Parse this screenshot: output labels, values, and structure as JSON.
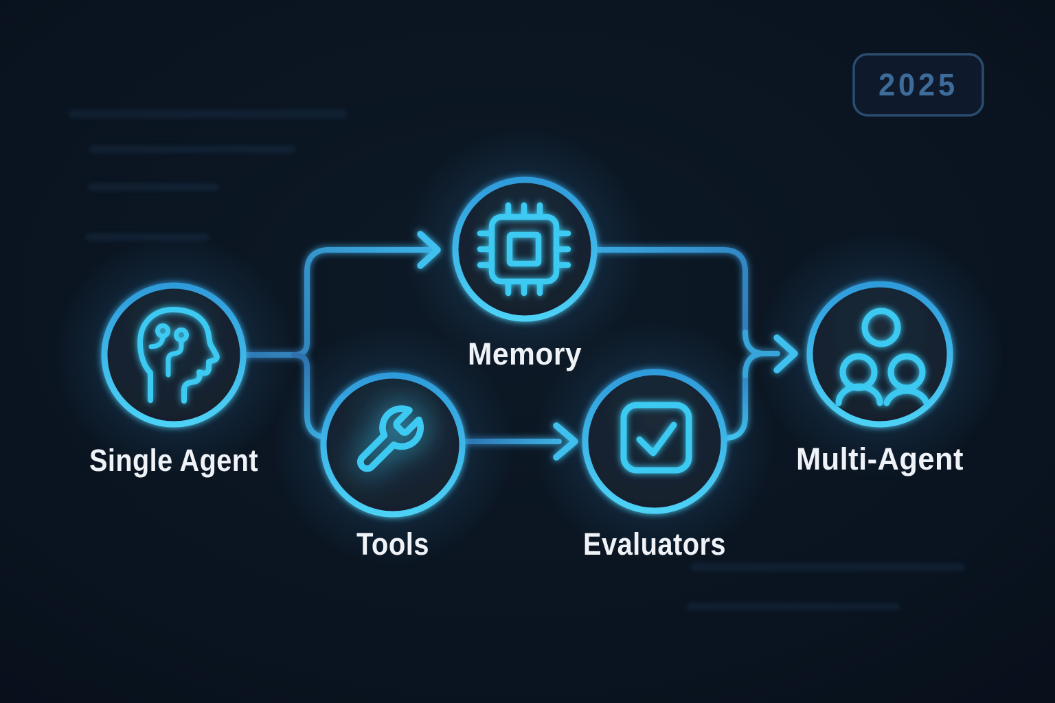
{
  "badge": {
    "label": "2025"
  },
  "nodes": [
    {
      "id": "single-agent",
      "label": "Single Agent",
      "icon": "head-circuit-icon"
    },
    {
      "id": "memory",
      "label": "Memory",
      "icon": "cpu-chip-icon"
    },
    {
      "id": "tools",
      "label": "Tools",
      "icon": "wrench-icon"
    },
    {
      "id": "evaluators",
      "label": "Evaluators",
      "icon": "checkbox-check-icon"
    },
    {
      "id": "multi-agent",
      "label": "Multi-Agent",
      "icon": "users-group-icon"
    }
  ],
  "edges": [
    {
      "from": "single-agent",
      "to": "memory",
      "arrow": true
    },
    {
      "from": "single-agent",
      "to": "tools",
      "arrow": false
    },
    {
      "from": "tools",
      "to": "evaluators",
      "arrow": true
    },
    {
      "from": "memory",
      "to": "multi-agent",
      "arrow": true
    },
    {
      "from": "evaluators",
      "to": "multi-agent",
      "arrow": true
    }
  ],
  "colors": {
    "background": "#0a1420",
    "node_fill_center": "#1b2a39",
    "node_fill_edge": "#101c29",
    "ring_top": "#2f9bdb",
    "ring_bottom": "#4dd2f6",
    "icon_stroke": "#3ecaf2",
    "connector_dark": "#2c72af",
    "connector_bright": "#3fbcec",
    "arrow_head": "#3fc0ee",
    "label_text": "#eff3f8",
    "badge_border": "#2a4c6e",
    "badge_text": "#3d6b9a"
  }
}
